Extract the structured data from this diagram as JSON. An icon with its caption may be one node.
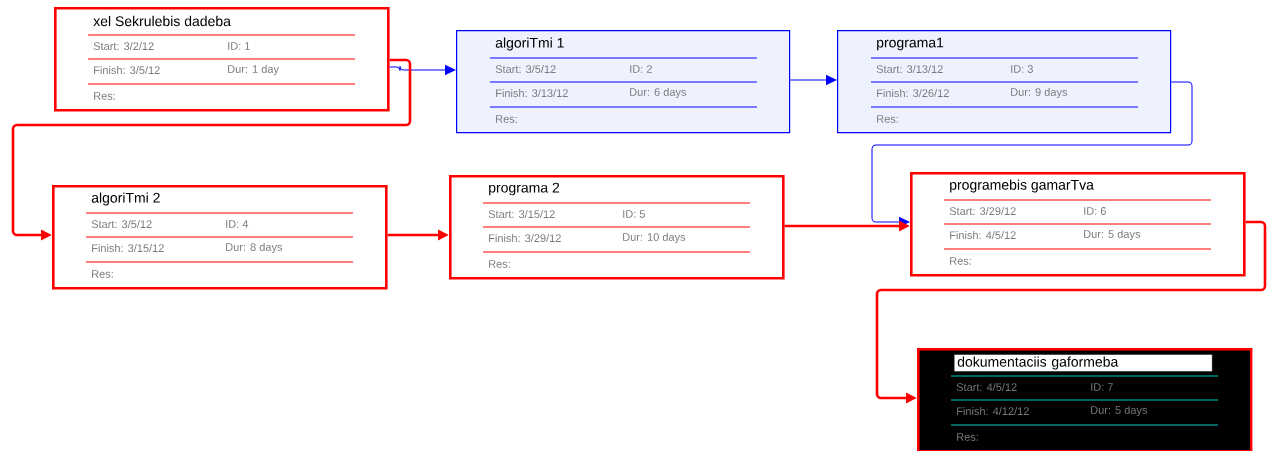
{
  "diagram": {
    "nodes": [
      {
        "text": [
          "xel Sekrulebis dadeba",
          "Start: 3/2/12",
          "ID: 1",
          "Finish: 3/5/12",
          "Dur: 1 day",
          "Res:"
        ]
      },
      {
        "text": [
          "algoriTmi 1",
          "Start: 3/5/12",
          "ID: 2",
          "Finish: 3/13/12",
          "Dur: 6 days",
          "Res:"
        ]
      },
      {
        "text": [
          "programa1",
          "Start: 3/13/12",
          "ID: 3",
          "Finish: 3/26/12",
          "Dur: 9 days",
          "Res:"
        ]
      },
      {
        "text": [
          "algoriTmi 2",
          "Start: 3/5/12",
          "ID: 4",
          "Finish: 3/15/12",
          "Dur: 8 days",
          "Res:"
        ]
      },
      {
        "text": [
          "programa 2",
          "Start: 3/15/12",
          "ID: 5",
          "Finish: 3/29/12",
          "Dur: 10 days",
          "Res:"
        ]
      },
      {
        "text": [
          "programebis gamarTva",
          "Start: 3/29/12",
          "ID: 6",
          "Finish: 4/5/12",
          "Dur: 5 days",
          "Res:"
        ]
      },
      {
        "text": [
          "dokumentaciis gaformeba",
          "Start: 4/5/12",
          "ID: 7",
          "Finish: 4/12/12",
          "Dur: 5 days",
          "Res:"
        ]
      }
    ],
    "edges": [
      {
        "from": 0,
        "to": 1,
        "arrow": "to",
        "color": "#0000ff"
      },
      {
        "from": 0,
        "to": 3,
        "arrow": "to"
      },
      {
        "from": 1,
        "to": 2,
        "arrow": "to",
        "color": "#0000ff"
      },
      {
        "from": 2,
        "to": 5,
        "arrow": "to",
        "color": "#0000ff"
      },
      {
        "from": 3,
        "to": 4,
        "arrow": "to"
      },
      {
        "from": 4,
        "to": 5,
        "arrow": "to"
      },
      {
        "from": 5,
        "to": 6,
        "arrow": "to"
      }
    ]
  }
}
